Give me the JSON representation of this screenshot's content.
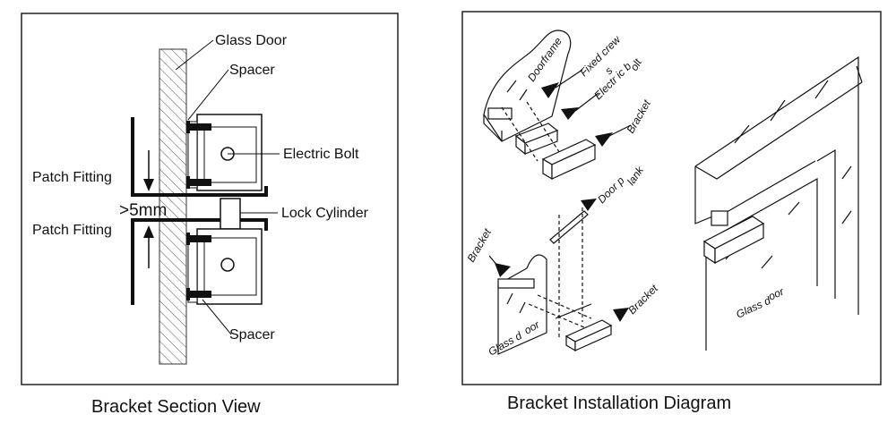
{
  "left_panel": {
    "caption": "Bracket Section View",
    "labels": {
      "glass_door": "Glass Door",
      "spacer_top": "Spacer",
      "electric_bolt": "Electric Bolt",
      "patch_fitting_top": "Patch Fitting",
      "gap": ">5mm",
      "lock_cylinder": "Lock Cylinder",
      "patch_fitting_bottom": "Patch Fitting",
      "spacer_bottom": "Spacer"
    }
  },
  "right_panel": {
    "caption": "Bracket Installation Diagram",
    "labels": {
      "doorframe": "Doorframe",
      "fixed_screws_1": "Fixed crew",
      "fixed_screws_2": "s",
      "electric_bolt_1": "Electr ic b",
      "electric_bolt_2": "olt",
      "bracket_top": "Bracket",
      "door_plank_1": "Door p",
      "door_plank_2": "lank",
      "bracket_left": "Bracket",
      "bracket_right": "Bracket",
      "glass_door_small_1": "Glass d",
      "glass_door_small_2": "oor",
      "glass_door_large_1": "Glass d",
      "glass_door_large_2": "oor"
    }
  }
}
